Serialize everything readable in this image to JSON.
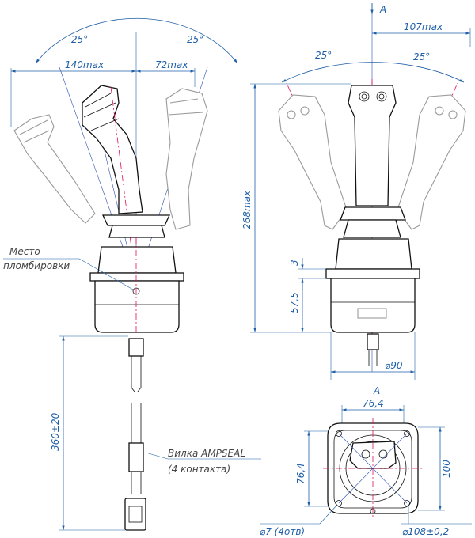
{
  "colors": {
    "dimension": "#1f5fa8",
    "axis": "#e0115f",
    "outline": "#111111",
    "ghost": "#9a9a9a"
  },
  "left_view": {
    "angle_left": "25°",
    "angle_right": "25°",
    "dim_left": "140max",
    "dim_right": "72max",
    "seal_label_1": "Место",
    "seal_label_2": "пломбировки",
    "cable_length": "360±20",
    "connector_label_1": "Вилка AMPSEAL",
    "connector_label_2": "(4 контакта)"
  },
  "right_view": {
    "section_mark": "A",
    "width_dim": "107max",
    "angle_left": "25°",
    "angle_right": "25°",
    "height_dim": "268max",
    "step_dim": "3",
    "body_height": "57,5",
    "diameter": "⌀90"
  },
  "bottom_view": {
    "section_mark": "A",
    "width_dim": "76,4",
    "height_dim": "76,4",
    "outer_dim": "100",
    "holes": "⌀7 (4отв)",
    "bolt_circle": "⌀108±0,2"
  }
}
